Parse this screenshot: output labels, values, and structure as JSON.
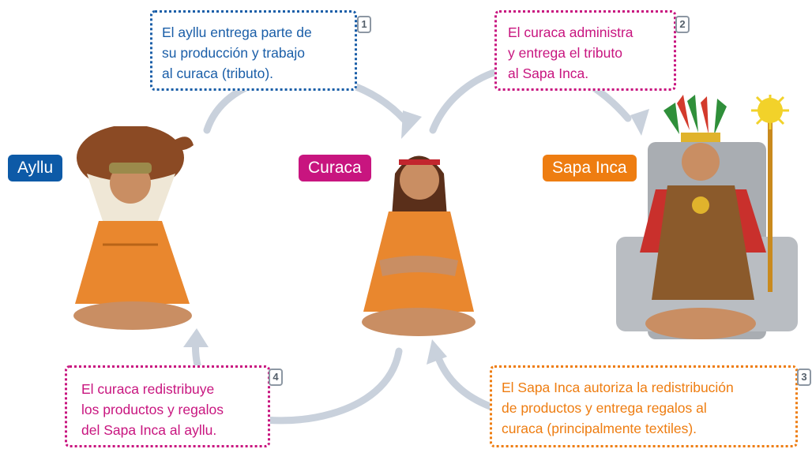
{
  "labels": {
    "ayllu": "Ayllu",
    "curaca": "Curaca",
    "sapa_inca": "Sapa Inca"
  },
  "steps": [
    {
      "number": "1",
      "lines": [
        "El ayllu entrega parte de",
        "su producción y trabajo",
        "al curaca (tributo)."
      ]
    },
    {
      "number": "2",
      "lines": [
        "El curaca administra",
        "y entrega el tributo",
        "al Sapa Inca."
      ]
    },
    {
      "number": "3",
      "lines": [
        "El Sapa Inca autoriza la redistribución",
        "de productos y entrega regalos al",
        "curaca (principalmente textiles)."
      ]
    },
    {
      "number": "4",
      "lines": [
        "El curaca redistribuye",
        "los productos y regalos",
        "del Sapa Inca al ayllu."
      ]
    }
  ],
  "colors": {
    "ayllu": "#0d5aa7",
    "curaca": "#c8157f",
    "sapa_inca": "#ee7d11",
    "step1_text": "#1a5ea8",
    "step2_text": "#c8157f",
    "step3_text": "#ee7d11",
    "step4_text": "#c8157f",
    "arrow": "#c9d1dc",
    "tunic": "#e9872e",
    "skin": "#c98e63"
  }
}
